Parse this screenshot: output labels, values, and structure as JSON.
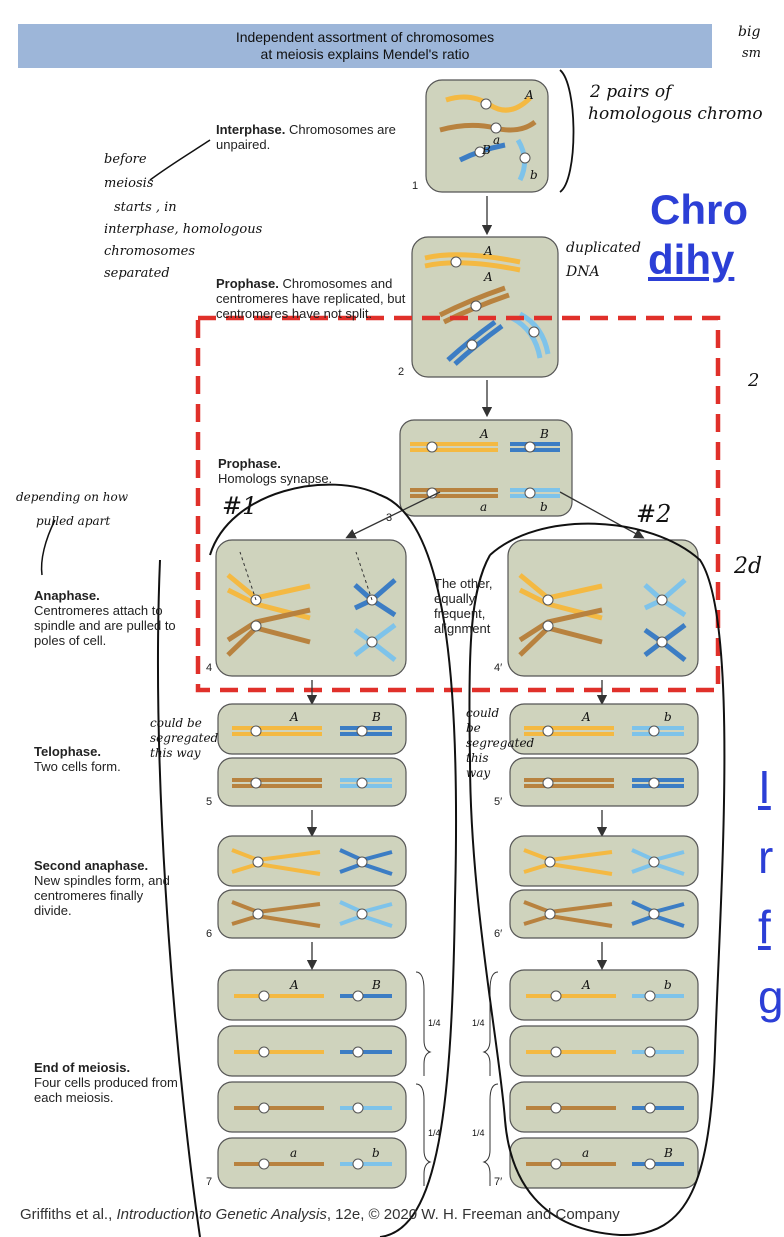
{
  "header": {
    "line1": "Independent assortment of chromosomes",
    "line2": "at meiosis explains Mendel's ratio"
  },
  "steps": {
    "interphase": {
      "title": "Interphase.",
      "text": "Chromosomes are unpaired.",
      "num": "1"
    },
    "prophase1": {
      "title": "Prophase.",
      "text": "Chromosomes and centromeres have replicated, but centromeres have not split.",
      "num": "2"
    },
    "prophase2": {
      "title": "Prophase.",
      "text": "Homologs synapse.",
      "num": "3"
    },
    "anaphase": {
      "title": "Anaphase.",
      "text": "Centromeres attach to spindle and are pulled to poles of cell.",
      "num": "4",
      "num_alt": "4′"
    },
    "other": {
      "text": "The other, equally frequent, alignment"
    },
    "telophase": {
      "title": "Telophase.",
      "text": "Two cells form.",
      "num": "5",
      "num_alt": "5′"
    },
    "anaphase2": {
      "title": "Second anaphase.",
      "text": "New spindles form, and centromeres finally divide.",
      "num": "6",
      "num_alt": "6′"
    },
    "end": {
      "title": "End of meiosis.",
      "text": "Four cells produced from each meiosis.",
      "num": "7",
      "num_alt": "7′"
    }
  },
  "fractions": {
    "quarter": "1/4"
  },
  "alleles": {
    "A": "A",
    "a": "a",
    "B": "B",
    "b": "b"
  },
  "caption": {
    "prefix": "Griffiths et al., ",
    "book": "Introduction to Genetic Analysis",
    "suffix": ", 12e, © 2020 W. H. Freeman and Company"
  },
  "overlay_big": {
    "line1": "Chro",
    "line2": "dihy"
  },
  "overlay_right": {
    "l1": "I",
    "l2": "r",
    "l3": "f",
    "l4": "g"
  },
  "handwriting": {
    "top_right": "big",
    "top_right2": "sm",
    "pairs": "2 pairs of",
    "homologous": "homologous chromo",
    "before": "before",
    "meiosis": "meiosis",
    "starts": "starts , in",
    "interphase": "interphase, homologous",
    "chromosomes": "chromosomes",
    "separated": "separated",
    "duplicated": "duplicated",
    "dna": "DNA",
    "depending": "depending on how",
    "pulled": "pulled apart",
    "n1": "#1",
    "n2": "#2",
    "could1": "could be segregated this way",
    "could2": "could be segregated this way",
    "twod": "2d",
    "twoarrow": "2"
  },
  "colors": {
    "header": "#9db6d9",
    "cell": "#cfd3bd",
    "yellow": "#f4b942",
    "brown": "#b8823f",
    "blue": "#3c7dc4",
    "lightblue": "#7ec3ea",
    "redbox": "#e0302a",
    "bigtext": "#2c3fd6"
  }
}
